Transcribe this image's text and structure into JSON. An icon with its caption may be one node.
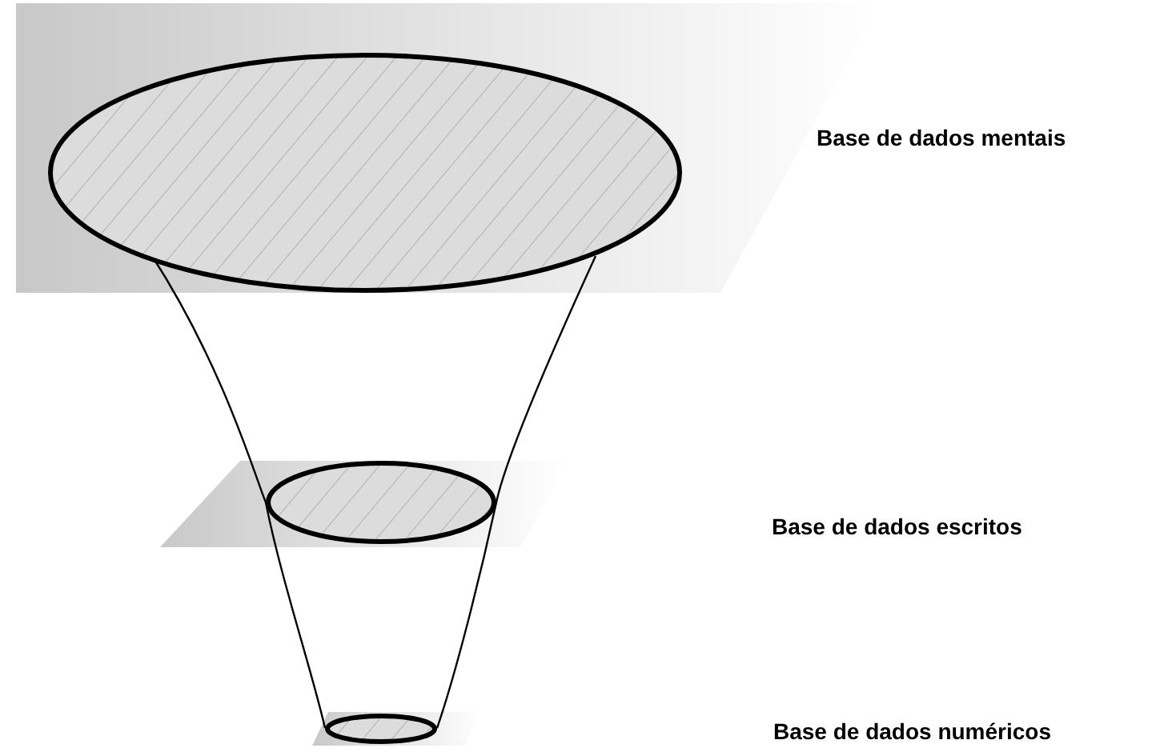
{
  "diagram": {
    "nodes": [
      {
        "text": [],
        "shape": "ellipse"
      },
      {
        "text": [],
        "shape": "ellipse"
      },
      {
        "text": [],
        "shape": "ellipse"
      }
    ],
    "labels": [
      "Base de dados mentais",
      "Base de dados escritos",
      "Base de dados numéricos"
    ]
  }
}
